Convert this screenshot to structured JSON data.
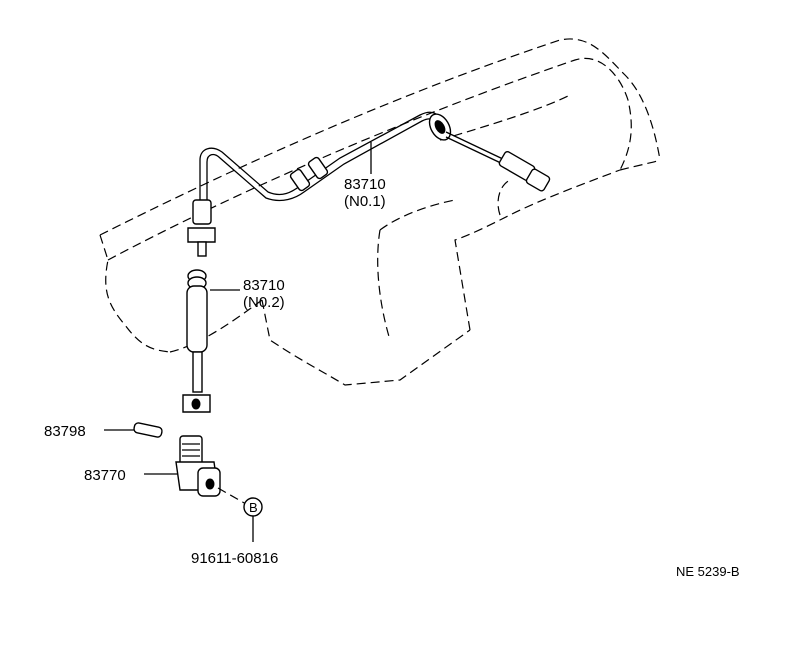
{
  "labels": {
    "cable_no1_part": "83710",
    "cable_no1_sub": "(N0.1)",
    "cable_no2_part": "83710",
    "cable_no2_sub": "(N0.2)",
    "pin_part": "83798",
    "gear_part": "83770",
    "bolt_part": "91611-60816",
    "bolt_marker": "B",
    "diagram_code": "NE 5239-B"
  }
}
